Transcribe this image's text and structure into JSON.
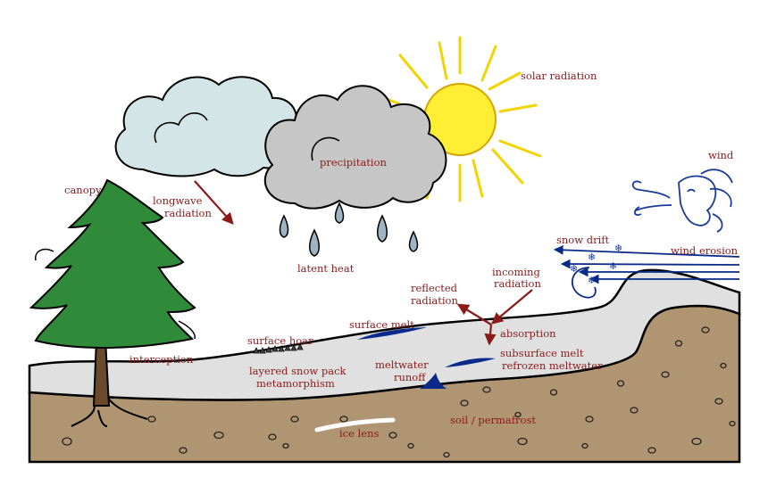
{
  "labels": {
    "solar_radiation": "solar radiation",
    "wind": "wind",
    "canopy": "canopy",
    "longwave_1": "longwave",
    "longwave_2": "radiation",
    "precipitation": "precipitation",
    "latent_heat": "latent heat",
    "snow_drift": "snow drift",
    "wind_erosion": "wind erosion",
    "incoming_1": "incoming",
    "incoming_2": "radiation",
    "reflected_1": "reflected",
    "reflected_2": "radiation",
    "surface_melt": "surface melt",
    "absorption": "absorption",
    "surface_hoar": "surface hoar",
    "interception": "interception",
    "layered_1": "layered snow pack",
    "layered_2": "metamorphism",
    "meltwater_1": "meltwater",
    "meltwater_2": "runoff",
    "subsurface_1": "subsurface melt",
    "subsurface_2": "refrozen meltwater",
    "soil": "soil / permafrost",
    "ice_lens": "ice lens"
  },
  "colors": {
    "label": "#8b1a1a",
    "sun": "#ffee33",
    "cloud_light": "#d3e5e6",
    "cloud_dark": "#c6c6c6",
    "snow": "#e0e0e0",
    "soil": "#b09572",
    "tree": "#2f8a3a",
    "trunk": "#6b4a2b",
    "water": "#0a2a8a",
    "drop": "#9fb4c3"
  },
  "icons": [
    "sun-icon",
    "cloud-icon",
    "raindrop-icon",
    "wind-face-icon",
    "snowflake-icon",
    "tree-icon",
    "arrow-icon"
  ]
}
